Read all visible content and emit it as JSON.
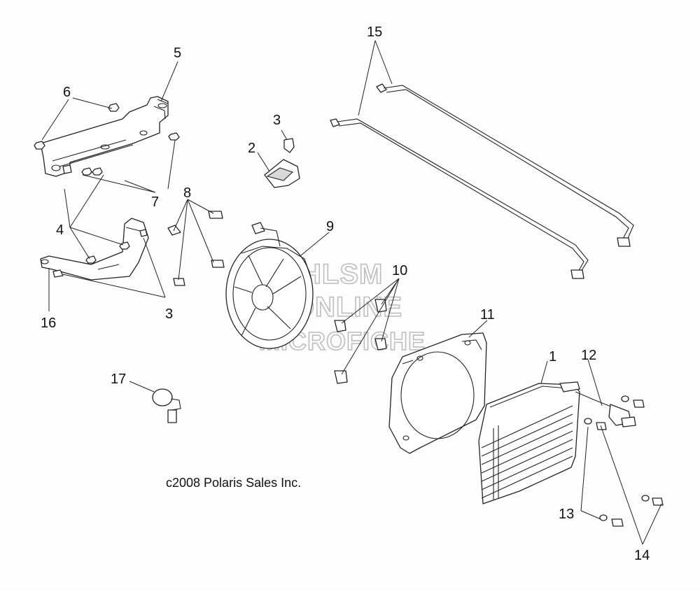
{
  "watermark": {
    "line1": "HLSM",
    "line2": "ONLINE",
    "line3": "MICROFICHE"
  },
  "copyright": "c2008 Polaris Sales Inc.",
  "callouts": {
    "c1": "1",
    "c2": "2",
    "c3a": "3",
    "c3b": "3",
    "c4": "4",
    "c5": "5",
    "c6": "6",
    "c7": "7",
    "c8": "8",
    "c9": "9",
    "c10": "10",
    "c11": "11",
    "c12": "12",
    "c13": "13",
    "c14": "14",
    "c15": "15",
    "c16": "16",
    "c17": "17"
  },
  "colors": {
    "line": "#222222",
    "watermark": "#bdbdbd",
    "background": "#fdfdfd"
  }
}
